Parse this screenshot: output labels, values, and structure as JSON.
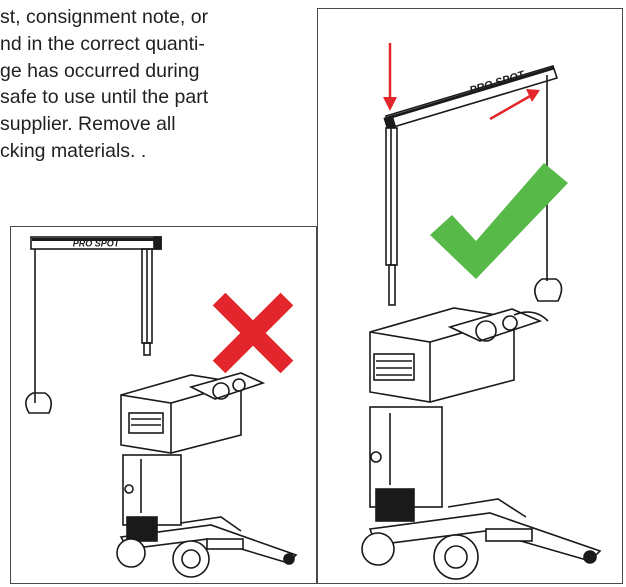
{
  "paragraph": {
    "lines": [
      "st, consignment note, or",
      "nd in the correct quanti-",
      "ge has occurred during",
      "safe to use until the part",
      "supplier. Remove all",
      "cking materials. ."
    ]
  },
  "left_panel": {
    "beam_label": "PRO SPOT",
    "status_icon": "red-cross-icon",
    "status_color": "#e2262b"
  },
  "right_panel": {
    "beam_label": "PRO SPOT",
    "status_icon": "green-checkmark-icon",
    "status_color": "#57b947",
    "arrow_color": "#e2262b"
  }
}
